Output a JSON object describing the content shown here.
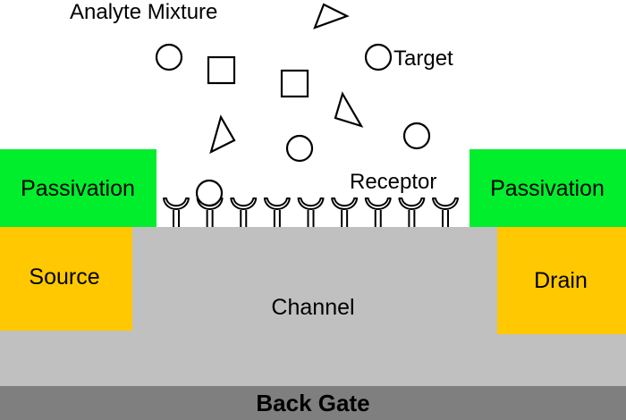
{
  "labels": {
    "analyte_mixture": "Analyte Mixture",
    "target": "Target",
    "receptor": "Receptor",
    "passivation_left": "Passivation",
    "passivation_right": "Passivation",
    "source": "Source",
    "drain": "Drain",
    "channel": "Channel",
    "back_gate": "Back Gate"
  },
  "colors": {
    "passivation": "#00ee2c",
    "electrode": "#ffc800",
    "channel": "#c0c0c0",
    "back_gate": "#7f7f7f",
    "outline": "#000000"
  },
  "receptor_count": 9,
  "analyte_shapes": [
    "circle",
    "square",
    "triangle"
  ]
}
